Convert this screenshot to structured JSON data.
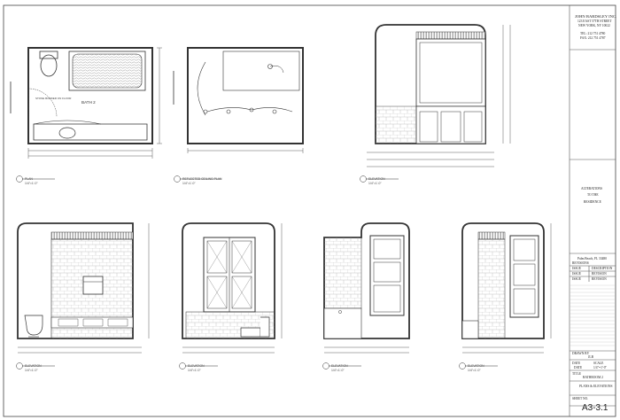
{
  "title_block": {
    "firm_name": "JOHN BARDSLEY INC.",
    "firm_address_1": "123 EAST 57TH STREET",
    "firm_address_2": "NEW YORK, NY 10022",
    "firm_tel": "TEL: 212 751 4780",
    "firm_fax": "FAX: 212 751 4787",
    "project_1": "ALTERATIONS",
    "project_2": "TO THE",
    "project_3": "RESIDENCE",
    "project_addr": "Palm Beach, FL 33480",
    "revisions_label": "REVISIONS",
    "rev_rows": [
      {
        "label": "ISSUE",
        "value": "DESCRIPTION"
      },
      {
        "label": "ISSUE",
        "value": "REVISION"
      },
      {
        "label": "ISSUE",
        "value": "REVISION"
      }
    ],
    "drawn_by_label": "DRAWN BY",
    "drawn_by": "JLB",
    "date_label": "DATE",
    "date_value": "DATE",
    "scale_label": "SCALE",
    "scale_value": "1/4\"=1'-0\"",
    "title_label": "TITLE",
    "title_1": "BATHROOM 2",
    "title_2": "PLANS & ELEVATIONS",
    "sheet_label": "SHEET NO.",
    "sheet_no": "A3-3.1"
  },
  "drawings": [
    {
      "num": "1",
      "title": "PLAN",
      "scale": "1/4\"=1'-0\""
    },
    {
      "num": "2",
      "title": "REFLECTED CEILING PLAN",
      "scale": "1/4\"=1'-0\""
    },
    {
      "num": "3",
      "title": "ELEVATION",
      "scale": "1/4\"=1'-0\""
    },
    {
      "num": "4",
      "title": "ELEVATION",
      "scale": "1/4\"=1'-0\""
    },
    {
      "num": "5",
      "title": "ELEVATION",
      "scale": "1/4\"=1'-0\""
    },
    {
      "num": "6",
      "title": "ELEVATION",
      "scale": "1/4\"=1'-0\""
    },
    {
      "num": "7",
      "title": "ELEVATION",
      "scale": "1/4\"=1'-0\""
    }
  ],
  "plan_room_label": "BATH 2",
  "plan_note": "STONE BORDER ON FLOOR",
  "colors": {
    "line": "#333333",
    "tile": "#9a9a9a",
    "paper": "#ffffff"
  }
}
